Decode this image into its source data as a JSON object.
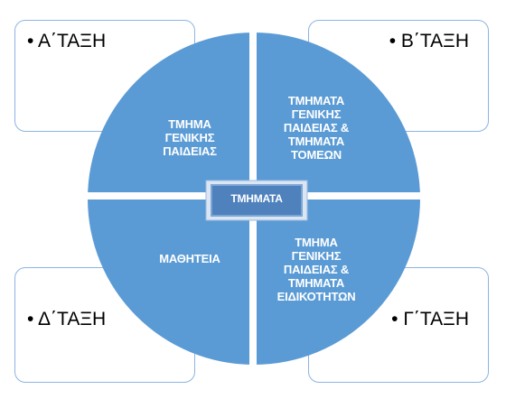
{
  "corners": {
    "a": "• Α΄ΤΑΞΗ",
    "b": "• Β΄ΤΑΞΗ",
    "d": "• Δ΄ΤΑΞΗ",
    "g": "• Γ΄ΤΑΞΗ"
  },
  "quadrants": {
    "top_left": "ΤΜΗΜΑ\nΓΕΝΙΚΗΣ\nΠΑΙΔΕΙΑΣ",
    "top_right": "ΤΜΗΜΑΤΑ\nΓΕΝΙΚΗΣ\nΠΑΙΔΕΙΑΣ &\nΤΜΗΜΑΤΑ\nΤΟΜΕΩΝ",
    "bottom_left": "ΜΑΘΗΤΕΙΑ",
    "bottom_right": "ΤΜΗΜΑ\nΓΕΝΙΚΗΣ\nΠΑΙΔΕΙΑΣ &\nΤΜΗΜΑΤΑ\nΕΙΔΙΚΟΤΗΤΩΝ"
  },
  "center": {
    "label": "ΤΜΗΜΑΤΑ"
  },
  "colors": {
    "quadrant_fill": "#5b9bd5",
    "corner_border": "#8db3e2",
    "center_fill": "#4f81bd",
    "center_border": "#7aa6d6"
  }
}
